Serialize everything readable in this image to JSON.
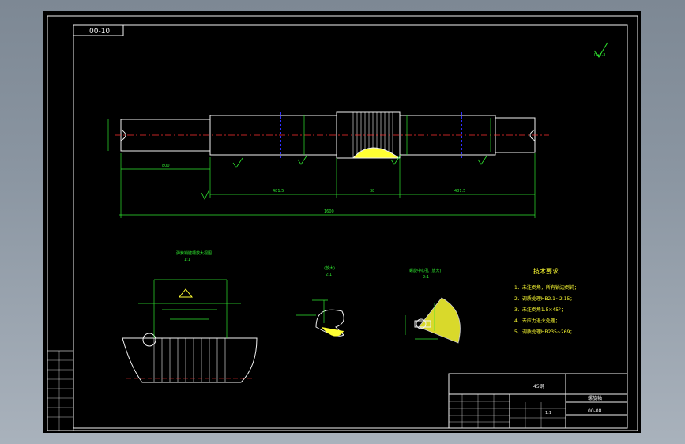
{
  "drawing": {
    "code_tab": "00-10",
    "roughness_note": "Ra6.3",
    "dimensions": {
      "overall_length": "1600",
      "left_journal": "800",
      "left_span": "481.5",
      "center_span": "38",
      "right_span": "481.5"
    },
    "views": {
      "section_title": "弹簧销键槽放大视图",
      "section_scale": "1:1",
      "detail_a_title": "I (放大)",
      "detail_a_scale": "2:1",
      "detail_b_title": "螺旋中心孔 (放大)",
      "detail_b_scale": "2:1"
    },
    "tech_req": {
      "title": "技术要求",
      "items": [
        "1、未注倒角，所有锐边倒钝；",
        "2、调质处理HB2.1~2.15；",
        "3、未注倒角1.5×45°；",
        "4、去应力退火处理；",
        "5、调质处理HB235~269；"
      ]
    },
    "title_block": {
      "material": "45钢",
      "part_name": "螺旋轴",
      "drawing_no": "00-08",
      "scale": "1:1"
    }
  }
}
